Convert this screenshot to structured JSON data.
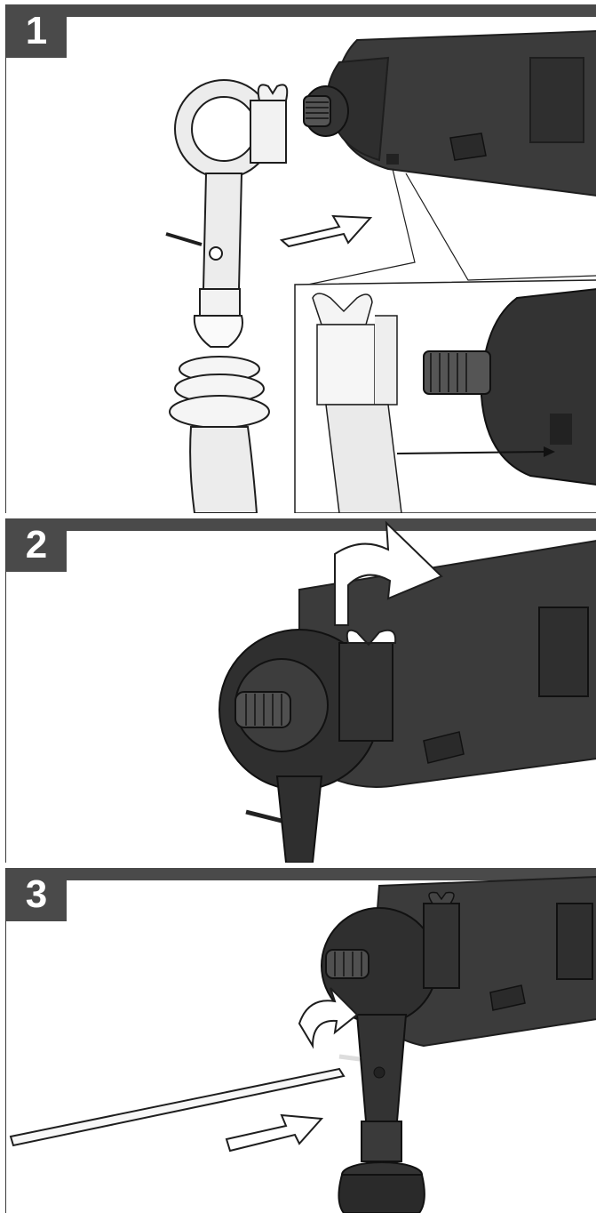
{
  "panels": [
    {
      "number": "1"
    },
    {
      "number": "2"
    },
    {
      "number": "3"
    }
  ],
  "colors": {
    "bar": "#4a4a4a",
    "tool_body": "#3b3b3b",
    "tool_dark": "#262626",
    "handle_light": "#ececec",
    "outline": "#1e1e1e"
  },
  "icons": {
    "arrow": "insert-direction-arrow",
    "rotate": "rotate-arrow"
  }
}
